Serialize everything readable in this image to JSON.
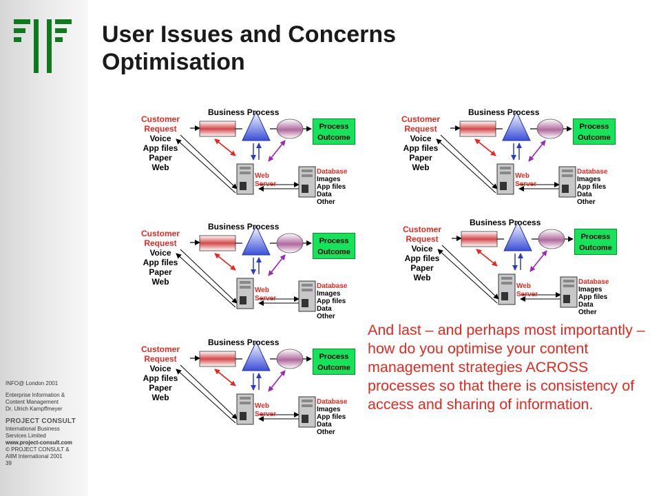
{
  "slide": {
    "title_line1": "User Issues and Concerns",
    "title_line2": "Optimisation",
    "body_text": "And last – and perhaps most importantly – how do you optimise your content management strategies ACROSS processes so that there is consistency of access and sharing of information.",
    "page_number": "39"
  },
  "sidebar": {
    "info_line": "INFO@ London 2001",
    "event_line1": "Enterprise Information &",
    "event_line2": "Content Management",
    "author": "Dr. Ulrich Kampffmeyer",
    "company": "PROJECT CONSULT",
    "company_line1": "International Business",
    "company_line2": "Services Limited",
    "url": "www.project-consult.com",
    "copyright1": "© PROJECT CONSULT &",
    "copyright2": "AIIM International  2001"
  },
  "diagram": {
    "customer_red1": "Customer",
    "customer_red2": "Request",
    "channel1": "Voice",
    "channel2": "App files",
    "channel3": "Paper",
    "channel4": "Web",
    "business_process": "Business Process",
    "process_outcome1": "Process",
    "process_outcome2": "Outcome",
    "web_server1": "Web",
    "web_server2": "Server",
    "database": "Database",
    "store1": "Images",
    "store2": "App files",
    "store3": "Data",
    "store4": "Other"
  },
  "colors": {
    "accent_red": "#e8281e",
    "logo_green": "#0e7a1e",
    "outcome_green": "#15e35a"
  }
}
